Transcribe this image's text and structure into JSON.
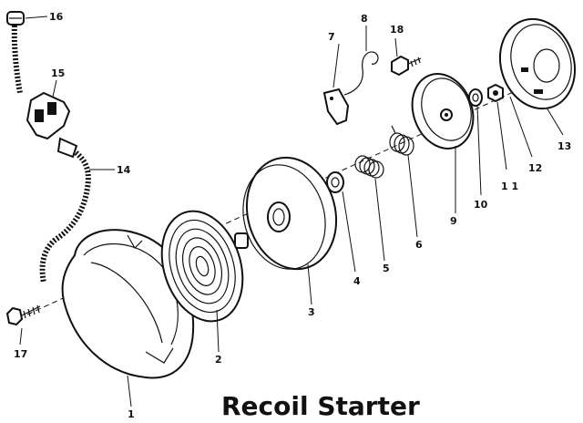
{
  "title": "Recoil Starter",
  "callouts": {
    "c1": "1",
    "c2": "2",
    "c3": "3",
    "c4": "4",
    "c5": "5",
    "c6": "6",
    "c7": "7",
    "c8": "8",
    "c9": "9",
    "c10": "10",
    "c11": "1 1",
    "c12": "12",
    "c13": "13",
    "c14": "14",
    "c15": "15",
    "c16": "16",
    "c17": "17",
    "c18": "18"
  }
}
